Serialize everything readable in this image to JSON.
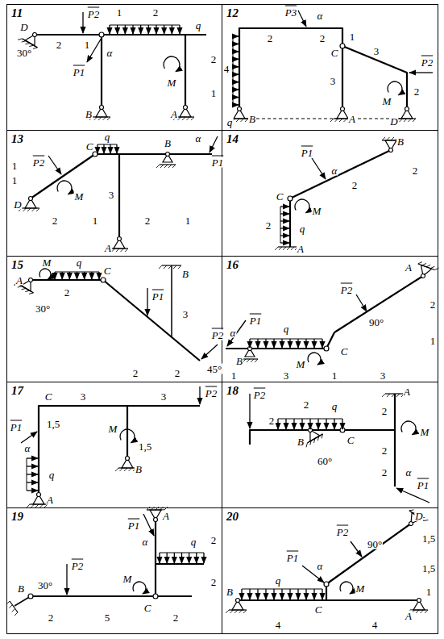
{
  "diagram": {
    "nodes": [
      {
        "text": [
          "11"
        ]
      },
      {
        "text": [
          "12"
        ]
      },
      {
        "text": [
          "13"
        ]
      },
      {
        "text": [
          "14"
        ]
      },
      {
        "text": [
          "15"
        ]
      },
      {
        "text": [
          "16"
        ]
      },
      {
        "text": [
          "17"
        ]
      },
      {
        "text": [
          "18"
        ]
      },
      {
        "text": [
          "19"
        ]
      },
      {
        "text": [
          "20"
        ]
      }
    ],
    "labels": [
      "D",
      "P2",
      "2",
      "1",
      "1",
      "2",
      "q",
      "M",
      "α",
      "P1",
      "30°",
      "B",
      "A",
      "2",
      "1",
      "P3",
      "α",
      "4",
      "2",
      "2",
      "C",
      "1",
      "3",
      "3",
      "P2",
      "M",
      "2",
      "q",
      "B",
      "A",
      "D",
      "P2",
      "q",
      "C",
      "B",
      "α",
      "P1",
      "1",
      "1",
      "M",
      "3",
      "D",
      "2",
      "1",
      "2",
      "1",
      "A",
      "P1",
      "B",
      "α",
      "M",
      "2",
      "2",
      "C",
      "2",
      "q",
      "A",
      "M",
      "q",
      "A",
      "C",
      "2",
      "30°",
      "P1",
      "B",
      "3",
      "45°",
      "P2",
      "2",
      "2",
      "P2",
      "90°",
      "A",
      "P1",
      "α",
      "q",
      "2",
      "1",
      "C",
      "B",
      "M",
      "1",
      "3",
      "1",
      "3",
      "3",
      "3",
      "P2",
      "C",
      "P1",
      "α",
      "1,5",
      "q",
      "M",
      "1,5",
      "B",
      "A",
      "P2",
      "2",
      "2",
      "q",
      "A",
      "2",
      "M",
      "B",
      "C",
      "60°",
      "2",
      "2",
      "α",
      "P1",
      "P1",
      "α",
      "A",
      "q",
      "2",
      "P2",
      "B",
      "30°",
      "M",
      "2",
      "C",
      "2",
      "5",
      "2",
      "P2",
      "90°",
      "D",
      "P1",
      "α",
      "M",
      "1,5",
      "q",
      "1,5",
      "C",
      "1",
      "B",
      "A",
      "4",
      "4"
    ]
  }
}
